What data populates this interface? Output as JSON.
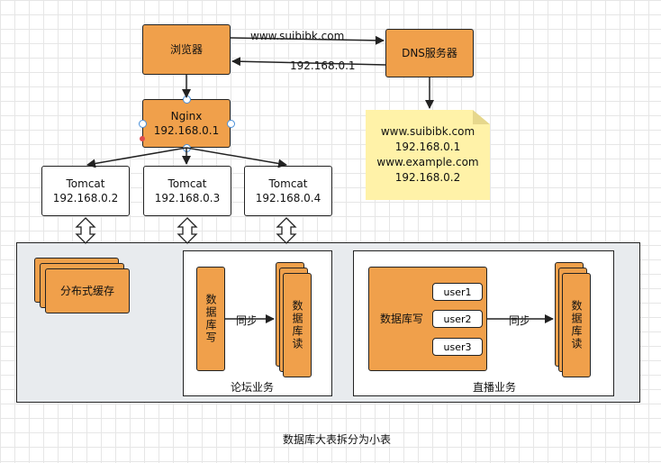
{
  "browser": {
    "label": "浏览器"
  },
  "dns": {
    "label": "DNS服务器",
    "request_label": "www.suibibk.com",
    "response_label": "192.168.0.1"
  },
  "note": {
    "lines": [
      "www.suibibk.com",
      "192.168.0.1",
      "www.example.com",
      "192.168.0.2"
    ]
  },
  "nginx": {
    "name": "Nginx",
    "ip": "192.168.0.1"
  },
  "tomcats": [
    {
      "name": "Tomcat",
      "ip": "192.168.0.2"
    },
    {
      "name": "Tomcat",
      "ip": "192.168.0.3"
    },
    {
      "name": "Tomcat",
      "ip": "192.168.0.4"
    }
  ],
  "cache": {
    "label": "分布式缓存"
  },
  "forum": {
    "title": "论坛业务",
    "write": "数据库写",
    "sync": "同步",
    "read": "数据库读"
  },
  "live": {
    "title": "直播业务",
    "write": "数据库写",
    "users": [
      "user1",
      "user2",
      "user3"
    ],
    "sync": "同步",
    "read": "数据库读"
  },
  "caption": "数据库大表拆分为小表"
}
